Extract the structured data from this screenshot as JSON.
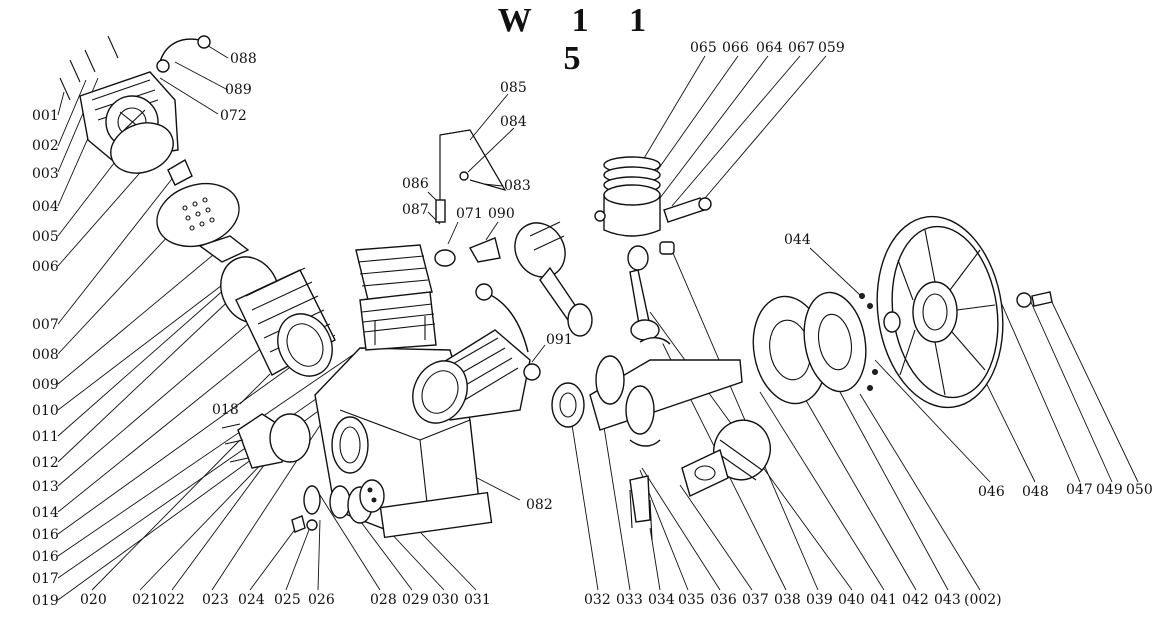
{
  "title": "W 1 1 5",
  "part_numbers": {
    "p001": "001",
    "p002": "002",
    "p003": "003",
    "p004": "004",
    "p005": "005",
    "p006": "006",
    "p007": "007",
    "p008": "008",
    "p009": "009",
    "p010": "010",
    "p011": "011",
    "p012": "012",
    "p013": "013",
    "p014": "014",
    "p016a": "016",
    "p016b": "016",
    "p017": "017",
    "p019": "019",
    "p018": "018",
    "p020": "020",
    "p021": "021",
    "p022": "022",
    "p023": "023",
    "p024": "024",
    "p025": "025",
    "p026": "026",
    "p028": "028",
    "p029": "029",
    "p030": "030",
    "p031": "031",
    "p032": "032",
    "p033": "033",
    "p034": "034",
    "p035": "035",
    "p036": "036",
    "p037": "037",
    "p038": "038",
    "p039": "039",
    "p040": "040",
    "p041": "041",
    "p042": "042",
    "p043": "043",
    "p002b": "(002)",
    "p044": "044",
    "p046": "046",
    "p048": "048",
    "p047": "047",
    "p049": "049",
    "p050": "050",
    "p059": "059",
    "p064": "064",
    "p065": "065",
    "p066": "066",
    "p067": "067",
    "p071": "071",
    "p072": "072",
    "p082": "082",
    "p083": "083",
    "p084": "084",
    "p085": "085",
    "p086": "086",
    "p087": "087",
    "p088": "088",
    "p089": "089",
    "p090": "090",
    "p091": "091"
  }
}
